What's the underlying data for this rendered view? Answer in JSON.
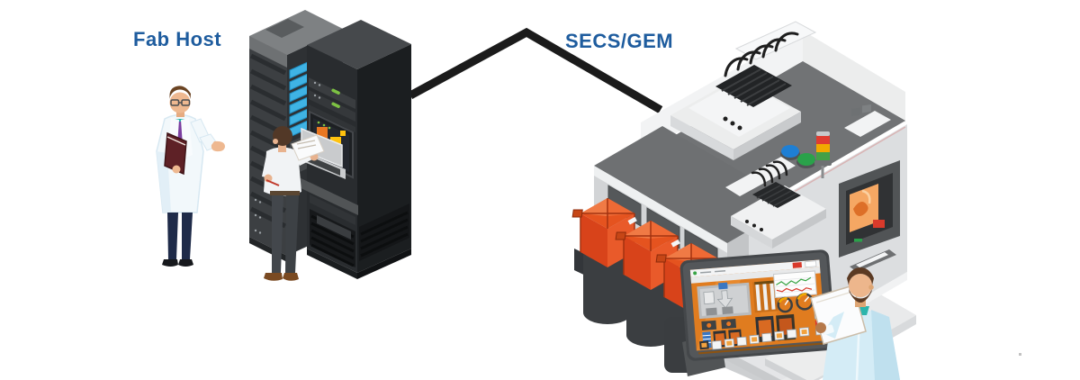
{
  "labels": {
    "fab_host": "Fab Host",
    "secs_gem": "SECS/GEM"
  },
  "colors": {
    "label_text": "#1e5c9e",
    "connection_line": "#1b1b1b",
    "canister_orange": "#e5531f",
    "canister_base": "#3b3e41",
    "viewport_glow": "#f5a763",
    "signal_red": "#e03c31",
    "signal_amber": "#f2a900",
    "signal_green": "#43a047",
    "button_blue": "#1e7fd4",
    "button_green": "#2aa24a",
    "drive_bay_cyan": "#3fb3e4",
    "led_green": "#7dc243",
    "hmi_screen_orange": "#e07c1f",
    "rack_screen_orange": "#e87722",
    "rack_screen_yellow": "#ffc20e",
    "equipment_body_gray": "#dcdee0",
    "equipment_top_gray": "#717375",
    "rack_dark": "#292c2f",
    "lab_coat_white": "#f2f8fb",
    "lab_coat_blue": "#d4ecf6",
    "shirt_teal": "#2ab5ac",
    "tie_purple": "#7b3fa0"
  },
  "figures": {
    "fab_host_person": "engineer with glasses, lab coat and maroon folder",
    "rack_operator": "technician working on rack console laptop",
    "equipment_operator": "bearded operator in light-blue coat holding clipboard",
    "host_servers": "fab host server racks",
    "equipment": "semiconductor process equipment with canisters, signal tower and touchscreen HMI",
    "connection": "thick black SECS/GEM interface link"
  }
}
